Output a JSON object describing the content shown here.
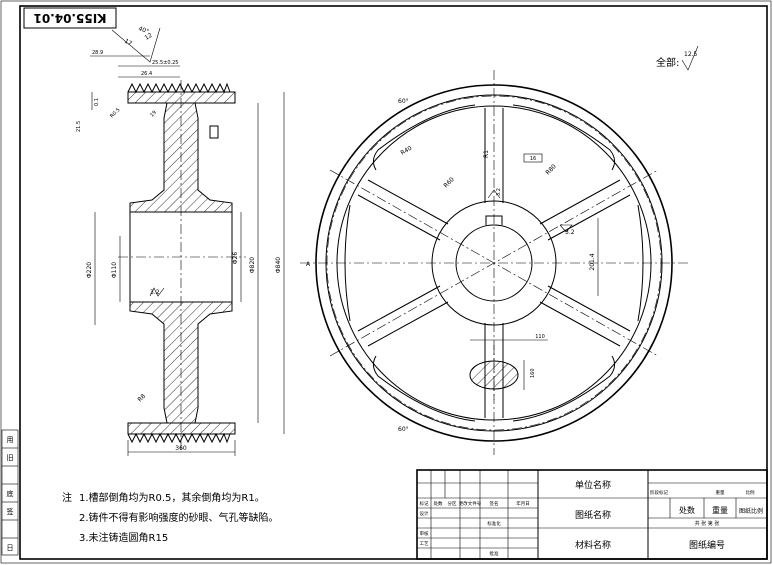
{
  "drawing_code": "KI55.04.01",
  "roughness_all": {
    "label": "全部:",
    "value": "12.5"
  },
  "section_dims": {
    "top_angle": "40°",
    "d1": "17",
    "d2": "12",
    "d3": "28.9",
    "d4": "25.5±0.25",
    "d5": "26.4",
    "d6": "R0.5",
    "d7": "0.1",
    "d8": "21.5",
    "d9": "19",
    "d10": "3.2",
    "bore": "Φ110",
    "bore2": "Φ26",
    "hub": "Φ220",
    "width": "360",
    "od1": "Φ820",
    "od2": "Φ840",
    "r_web": "R8"
  },
  "front_dims": {
    "angle_top": "60°",
    "angle_bottom": "60°",
    "r1": "R40",
    "r2": "R60",
    "r3": "R80",
    "key_width": "R1",
    "key_note": "16",
    "keyway_depth": "3.2",
    "hub_dim": "201.4",
    "hub_rough": "3.2",
    "bore_symbol": "A",
    "spoke_len": "110",
    "section_dim": "160"
  },
  "notes": {
    "lead": "注",
    "items": [
      "1.槽部倒角均为R0.5，其余倒角均为R1。",
      "2.铸件不得有影响强度的砂眼、气孔等缺陷。",
      "3.未注铸造圆角R15"
    ]
  },
  "title_block": {
    "unit_name": "单位名称",
    "drawing_name": "图纸名称",
    "material": "材料名称",
    "drawing_no": "图纸编号",
    "stage_mark": "阶段标记",
    "weight": "重量",
    "scale": "比例",
    "sheets": "共 张 第 张",
    "mark": "标记",
    "count": "处数",
    "zone": "分区",
    "change_doc": "更改文件号",
    "signature": "签名",
    "date": "年月日",
    "design": "设计",
    "standard": "标准化",
    "review": "审核",
    "process": "工艺",
    "approve": "批准",
    "count2": "处数",
    "weight2": "重量",
    "scale2": "图纸比例"
  },
  "left_strip": [
    "用",
    "旧",
    "底",
    "签",
    "日"
  ]
}
